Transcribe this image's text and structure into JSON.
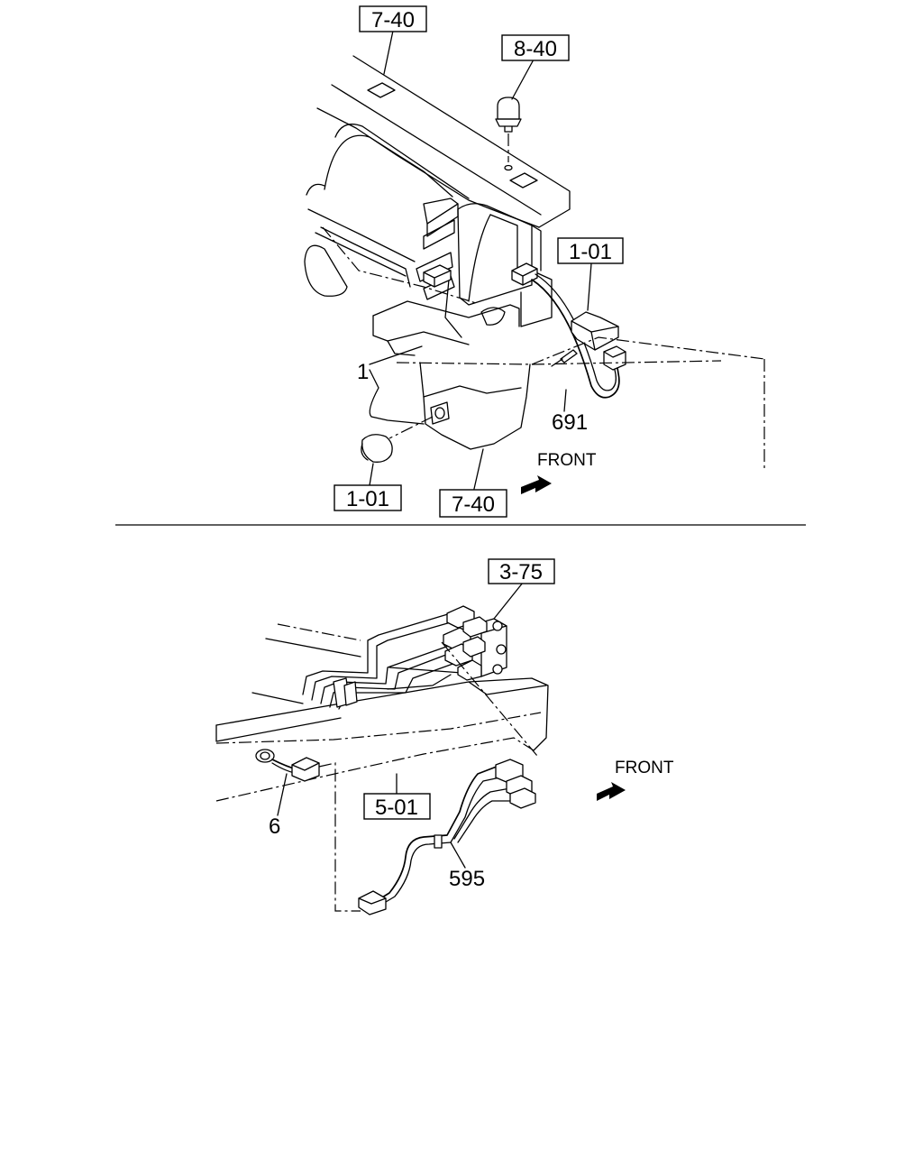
{
  "upper_figure": {
    "callouts": {
      "top_panel": "7-40",
      "bulb": "8-40",
      "switch": "1-01",
      "knob": "1-01",
      "lower_panel": "7-40"
    },
    "part_numbers": {
      "connector": "1",
      "harness": "691"
    },
    "direction_label": "FRONT"
  },
  "lower_figure": {
    "callouts": {
      "valve_block": "3-75",
      "frame": "5-01"
    },
    "part_numbers": {
      "sensor": "6",
      "harness": "595"
    },
    "direction_label": "FRONT"
  }
}
